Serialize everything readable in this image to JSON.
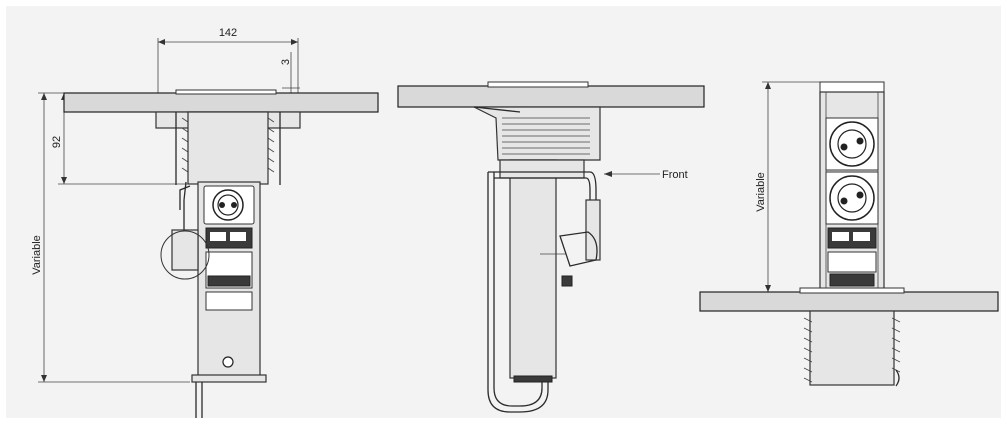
{
  "dimensions": {
    "width_label": "142",
    "gap_label": "3",
    "depth_label": "92",
    "variable_left": "Variable",
    "variable_right": "Variable"
  },
  "callouts": {
    "front_label": "Front"
  },
  "colors": {
    "background": "#f3f3f3",
    "line": "#333333",
    "fill": "#e6e6e6"
  }
}
